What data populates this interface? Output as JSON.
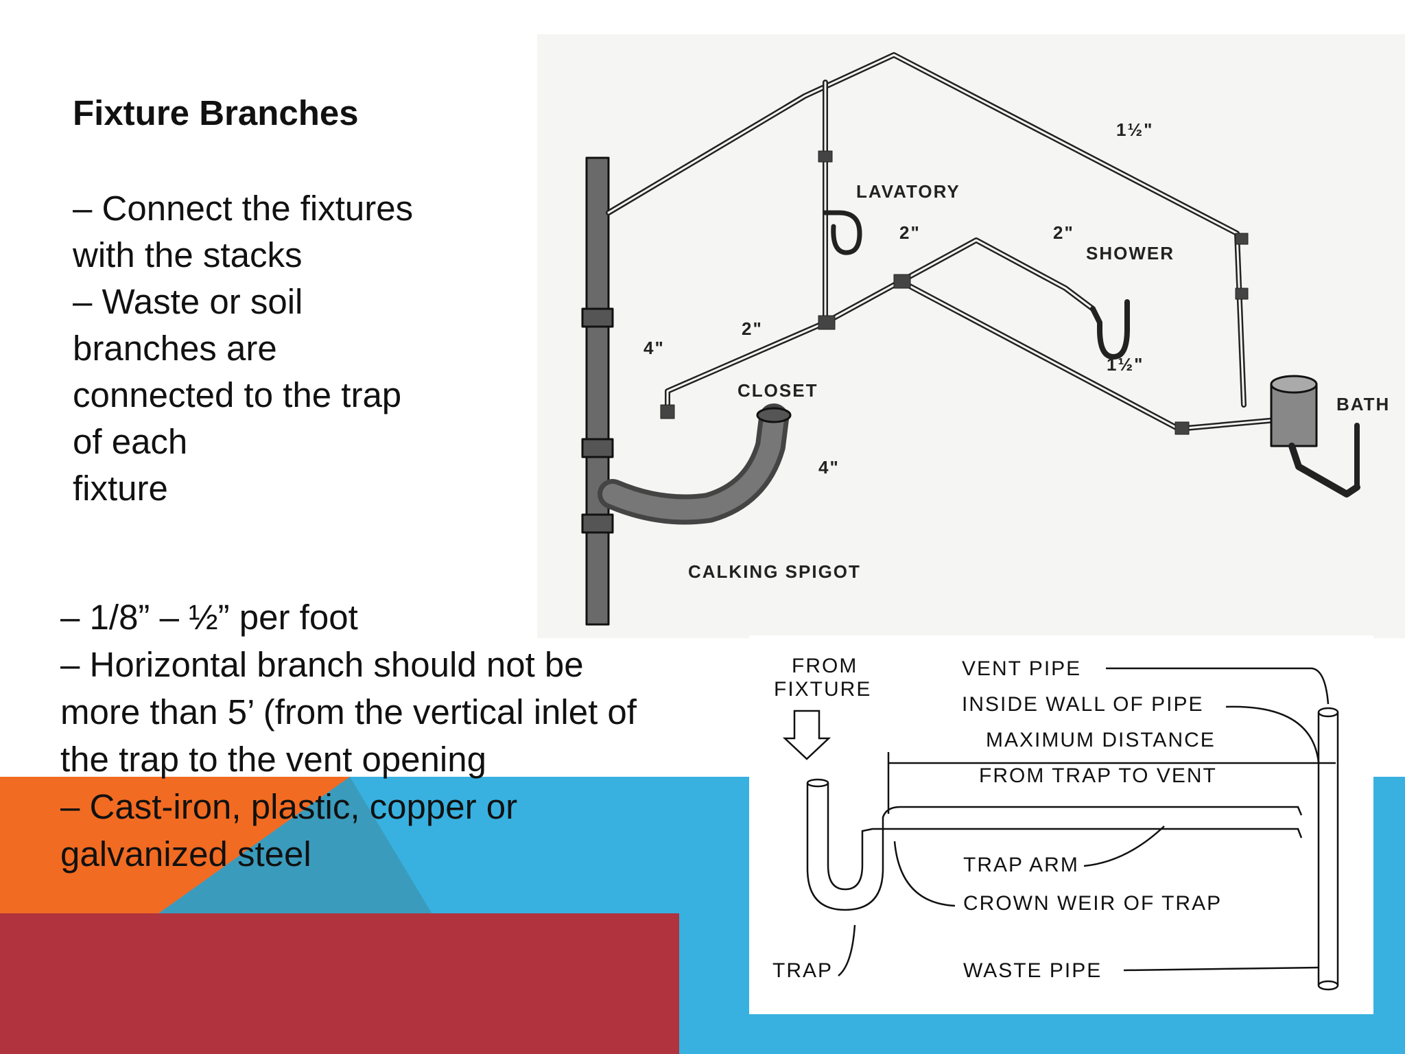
{
  "slide": {
    "title": "Fixture Branches",
    "bullets_top": [
      "– Connect the fixtures\nwith the stacks",
      "– Waste or soil\nbranches are\nconnected to the trap\nof each\nfixture"
    ],
    "bullets_bottom": [
      "– 1/8” – ½” per foot",
      "– Horizontal branch should not be\nmore than 5’ (from the vertical inlet of\nthe trap to the vent opening",
      "– Cast-iron, plastic, copper or\ngalvanized steel"
    ]
  },
  "figure_isometric": {
    "labels": {
      "lavatory": "LAVATORY",
      "shower": "SHOWER",
      "closet": "CLOSET",
      "bath": "BATH",
      "calking_spigot": "CALKING SPIGOT",
      "size_4_stack": "4\"",
      "size_4_closet": "4\"",
      "size_2_a": "2\"",
      "size_2_b": "2\"",
      "size_2_c": "2\"",
      "size_1_5_top": "1½\"",
      "size_1_5_mid": "1½\""
    }
  },
  "figure_trap": {
    "labels": {
      "from_fixture_1": "FROM",
      "from_fixture_2": "FIXTURE",
      "vent_pipe": "VENT PIPE",
      "inside_wall": "INSIDE WALL OF PIPE",
      "max_distance_1": "MAXIMUM DISTANCE",
      "max_distance_2": "FROM TRAP TO VENT",
      "trap_arm": "TRAP ARM",
      "crown_weir": "CROWN WEIR OF TRAP",
      "trap": "TRAP",
      "waste_pipe": "WASTE PIPE"
    }
  },
  "colors": {
    "blue_band": "#38b1e0",
    "orange": "#f26b22",
    "teal": "#3a9bbd",
    "red": "#b0333e"
  }
}
